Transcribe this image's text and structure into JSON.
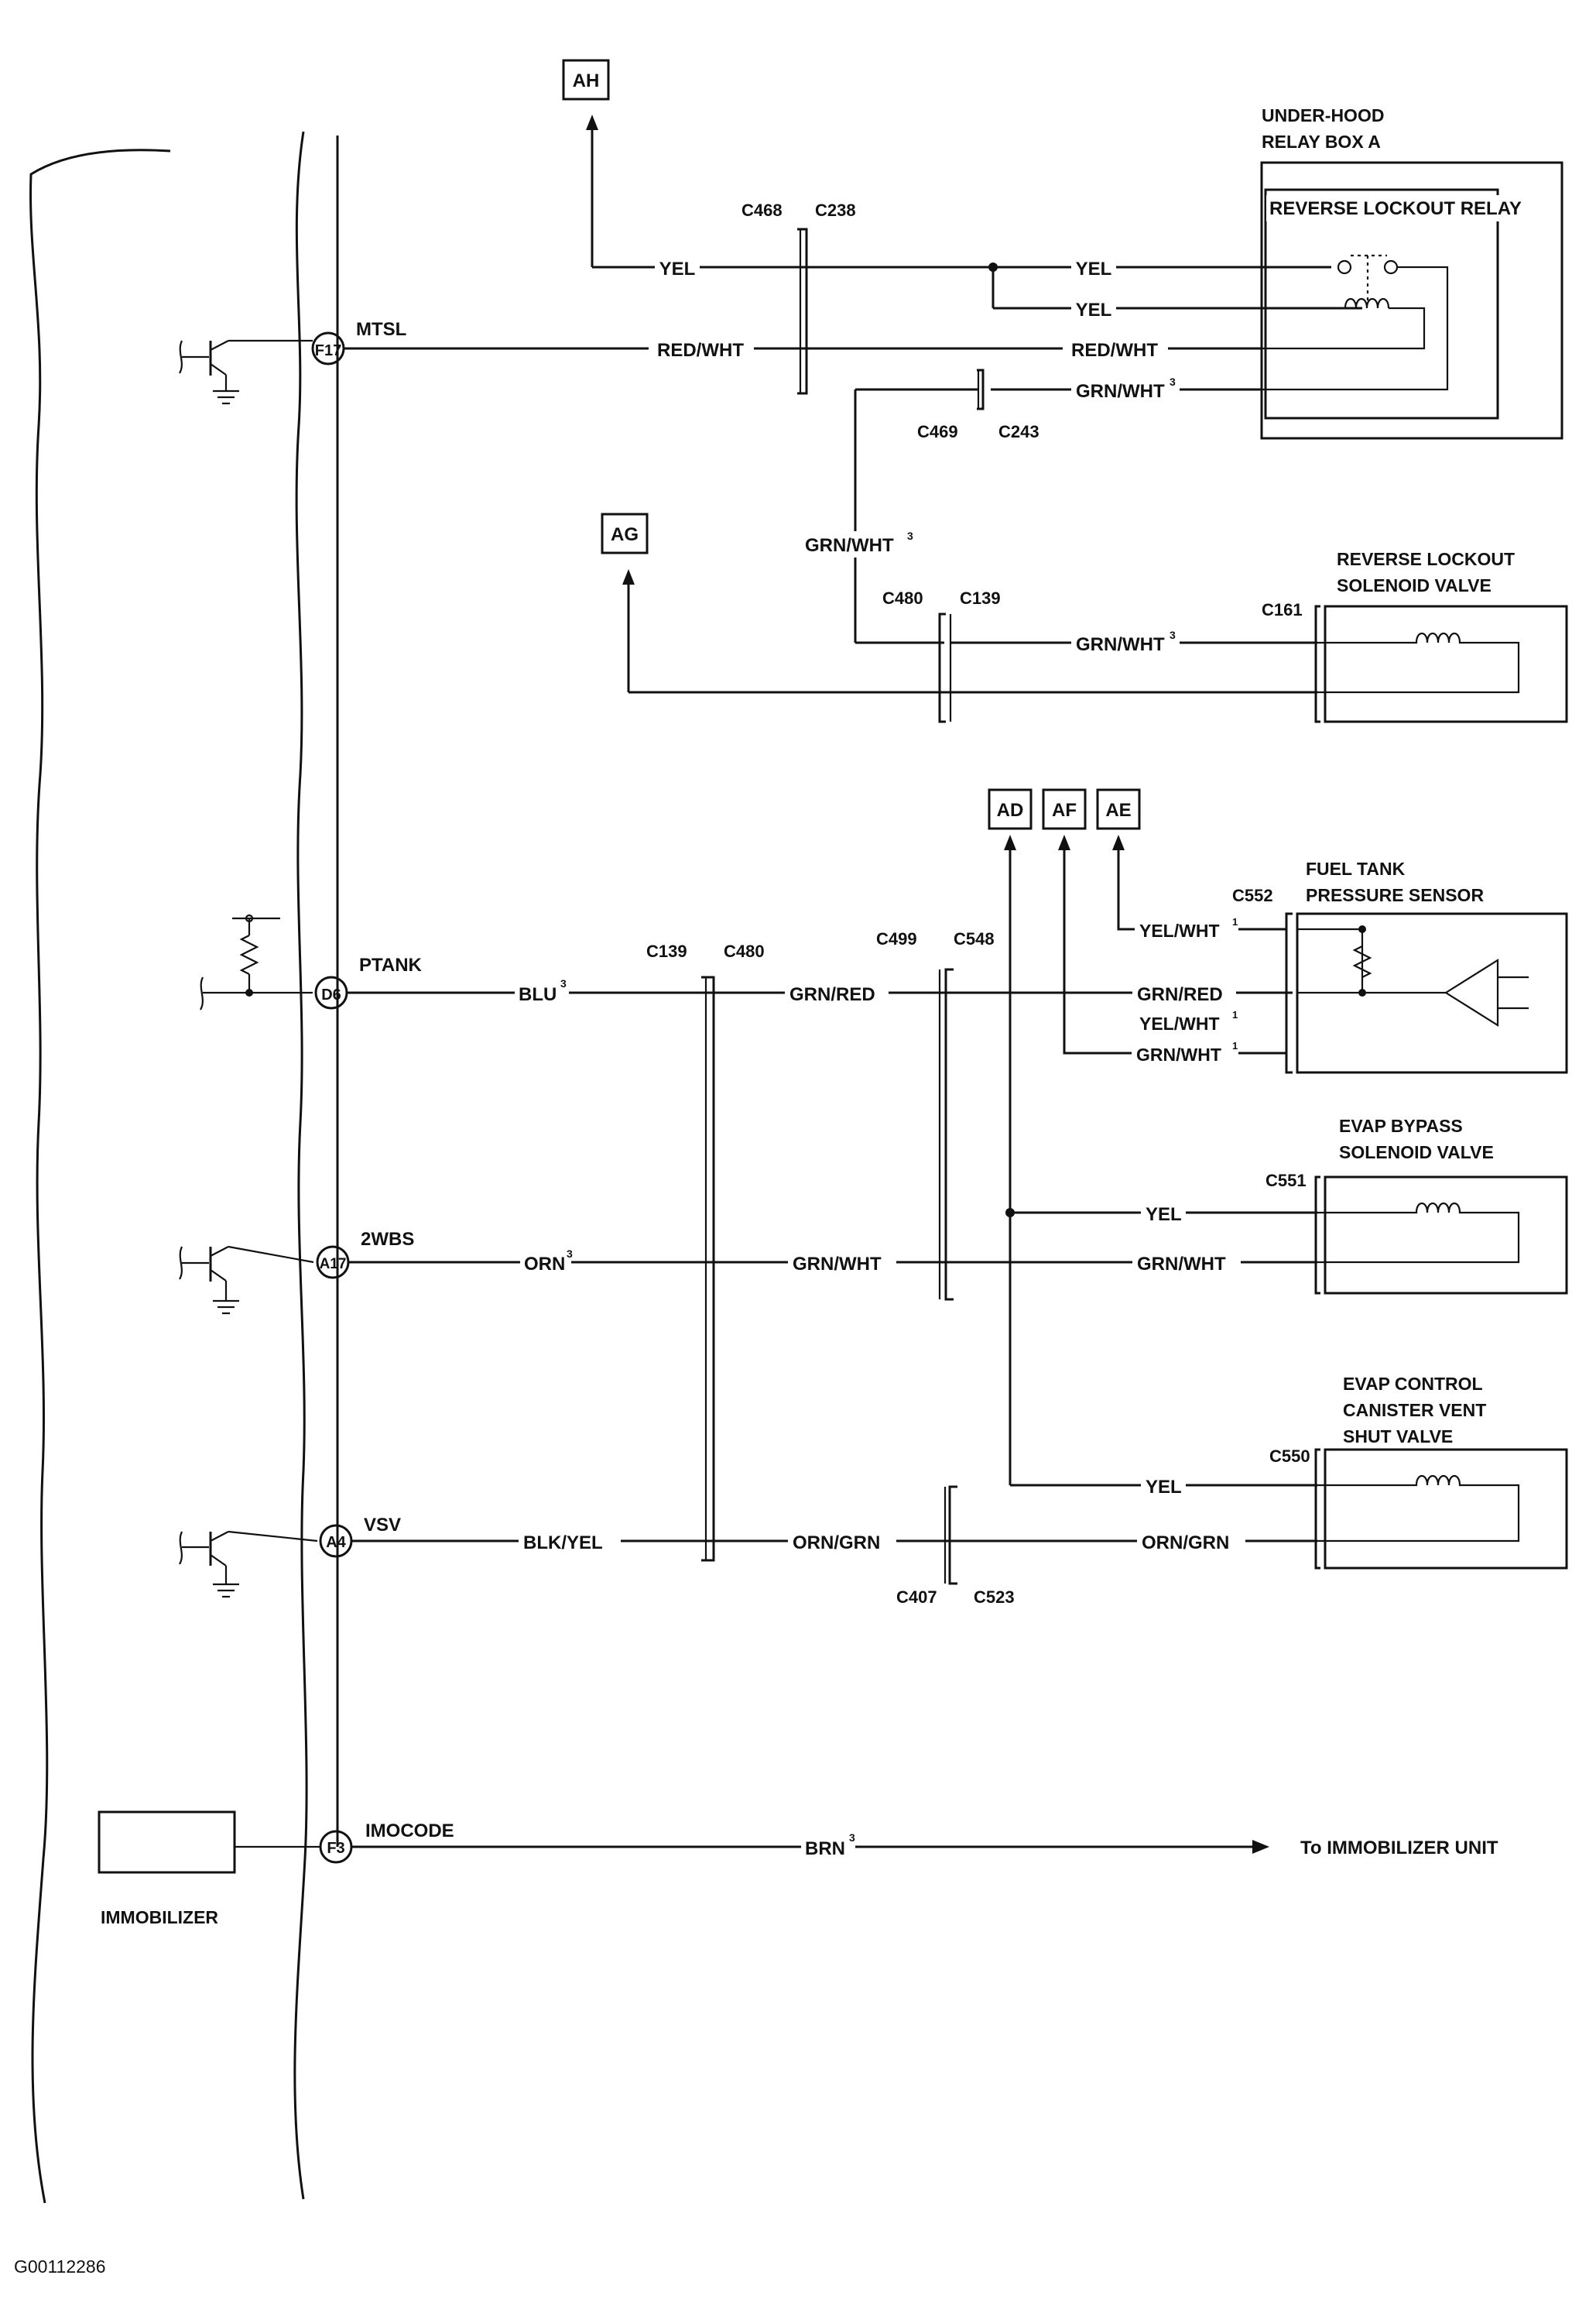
{
  "figure_id": "G00112286",
  "terminals": {
    "f17": {
      "id": "F17",
      "signal": "MTSL"
    },
    "d6": {
      "id": "D6",
      "signal": "PTANK"
    },
    "a17": {
      "id": "A17",
      "signal": "2WBS"
    },
    "a4": {
      "id": "A4",
      "signal": "VSV"
    },
    "f3": {
      "id": "F3",
      "signal": "IMOCODE"
    }
  },
  "refs": {
    "ah": "AH",
    "ag": "AG",
    "ad": "AD",
    "af": "AF",
    "ae": "AE"
  },
  "connectors": {
    "c468": "C468",
    "c238": "C238",
    "c469": "C469",
    "c243": "C243",
    "c480a": "C480",
    "c139a": "C139",
    "c161": "C161",
    "c139b": "C139",
    "c480b": "C480",
    "c499": "C499",
    "c548": "C548",
    "c552": "C552",
    "c551": "C551",
    "c550": "C550",
    "c407": "C407",
    "c523": "C523"
  },
  "wires": {
    "yel": "YEL",
    "red_wht": "RED/WHT",
    "grn_wht": "GRN/WHT",
    "grn_red": "GRN/RED",
    "yel_wht": "YEL/WHT",
    "blu": "BLU",
    "orn": "ORN",
    "blk_yel": "BLK/YEL",
    "orn_grn": "ORN/GRN",
    "brn": "BRN",
    "sup1": "1",
    "sup3": "3"
  },
  "components": {
    "relay_box_line1": "UNDER-HOOD",
    "relay_box_line2": "RELAY BOX A",
    "relay": "REVERSE LOCKOUT RELAY",
    "rl_solenoid_line1": "REVERSE LOCKOUT",
    "rl_solenoid_line2": "SOLENOID VALVE",
    "ftp_line1": "FUEL TANK",
    "ftp_line2": "PRESSURE SENSOR",
    "bypass_line1": "EVAP BYPASS",
    "bypass_line2": "SOLENOID VALVE",
    "vent_line1": "EVAP CONTROL",
    "vent_line2": "CANISTER VENT",
    "vent_line3": "SHUT VALVE",
    "immobilizer": "IMMOBILIZER",
    "to_immobilizer": "To IMMOBILIZER UNIT"
  },
  "colors": {
    "ink": "#111111",
    "paper": "#ffffff"
  }
}
